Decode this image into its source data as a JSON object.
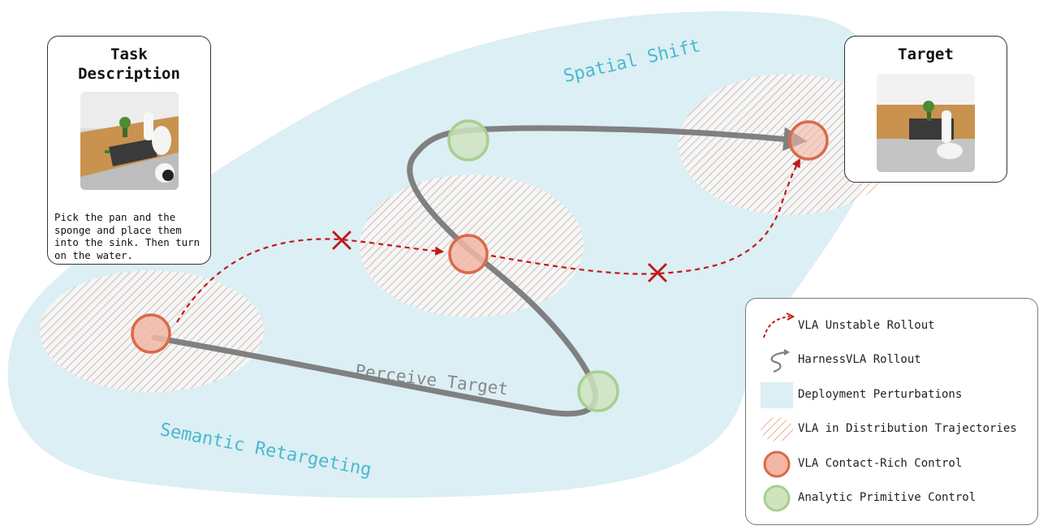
{
  "task_card": {
    "title": "Task\nDescription",
    "text": "Pick the pan and the sponge and place them into the sink. Then turn on the water."
  },
  "target_card": {
    "title": "Target"
  },
  "regions": {
    "spatial_shift": "Spatial Shift",
    "semantic_retargeting": "Semantic Retargeting",
    "perceive_target": "Perceive Target"
  },
  "legend": [
    {
      "symbol": "dashed-arrow-icon",
      "label": "VLA Unstable Rollout"
    },
    {
      "symbol": "solid-arrow-icon",
      "label": "HarnessVLA Rollout"
    },
    {
      "symbol": "blue-region-icon",
      "label": "Deployment Perturbations"
    },
    {
      "symbol": "hatched-region-icon",
      "label": "VLA in Distribution Trajectories"
    },
    {
      "symbol": "orange-circle-icon",
      "label": "VLA Contact-Rich Control"
    },
    {
      "symbol": "green-circle-icon",
      "label": "Analytic Primitive Control"
    }
  ],
  "colors": {
    "perturbation_blue": "#dbeff4",
    "region_text_blue": "#4bb8cf",
    "hatch_orange": "#f1b9a6",
    "contact_orange": "#d96a4a",
    "primitive_green": "#8fbf72",
    "unstable_red": "#c01a1a",
    "rollout_gray": "#808080"
  }
}
